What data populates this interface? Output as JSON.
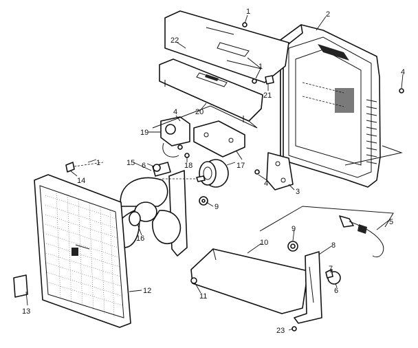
{
  "callouts": [
    {
      "id": "c1a",
      "text": "1"
    },
    {
      "id": "c2",
      "text": "2"
    },
    {
      "id": "c22",
      "text": "22"
    },
    {
      "id": "c1b",
      "text": "1"
    },
    {
      "id": "c21",
      "text": "21"
    },
    {
      "id": "c4a",
      "text": "4"
    },
    {
      "id": "c20",
      "text": "20"
    },
    {
      "id": "c4b",
      "text": "4"
    },
    {
      "id": "c19",
      "text": "19"
    },
    {
      "id": "c18",
      "text": "18"
    },
    {
      "id": "c1c",
      "text": "1"
    },
    {
      "id": "c14",
      "text": "14"
    },
    {
      "id": "c15",
      "text": "15"
    },
    {
      "id": "c6",
      "text": "6"
    },
    {
      "id": "c17",
      "text": "17"
    },
    {
      "id": "c4c",
      "text": "4"
    },
    {
      "id": "c3",
      "text": "3"
    },
    {
      "id": "c9a",
      "text": "9"
    },
    {
      "id": "c5",
      "text": "5"
    },
    {
      "id": "c16",
      "text": "16"
    },
    {
      "id": "c9b",
      "text": "9"
    },
    {
      "id": "c10",
      "text": "10"
    },
    {
      "id": "c8",
      "text": "8"
    },
    {
      "id": "c7",
      "text": "7"
    },
    {
      "id": "c12",
      "text": "12"
    },
    {
      "id": "c11",
      "text": "11"
    },
    {
      "id": "c6b",
      "text": "6"
    },
    {
      "id": "c13",
      "text": "13"
    },
    {
      "id": "c23",
      "text": "23"
    }
  ]
}
